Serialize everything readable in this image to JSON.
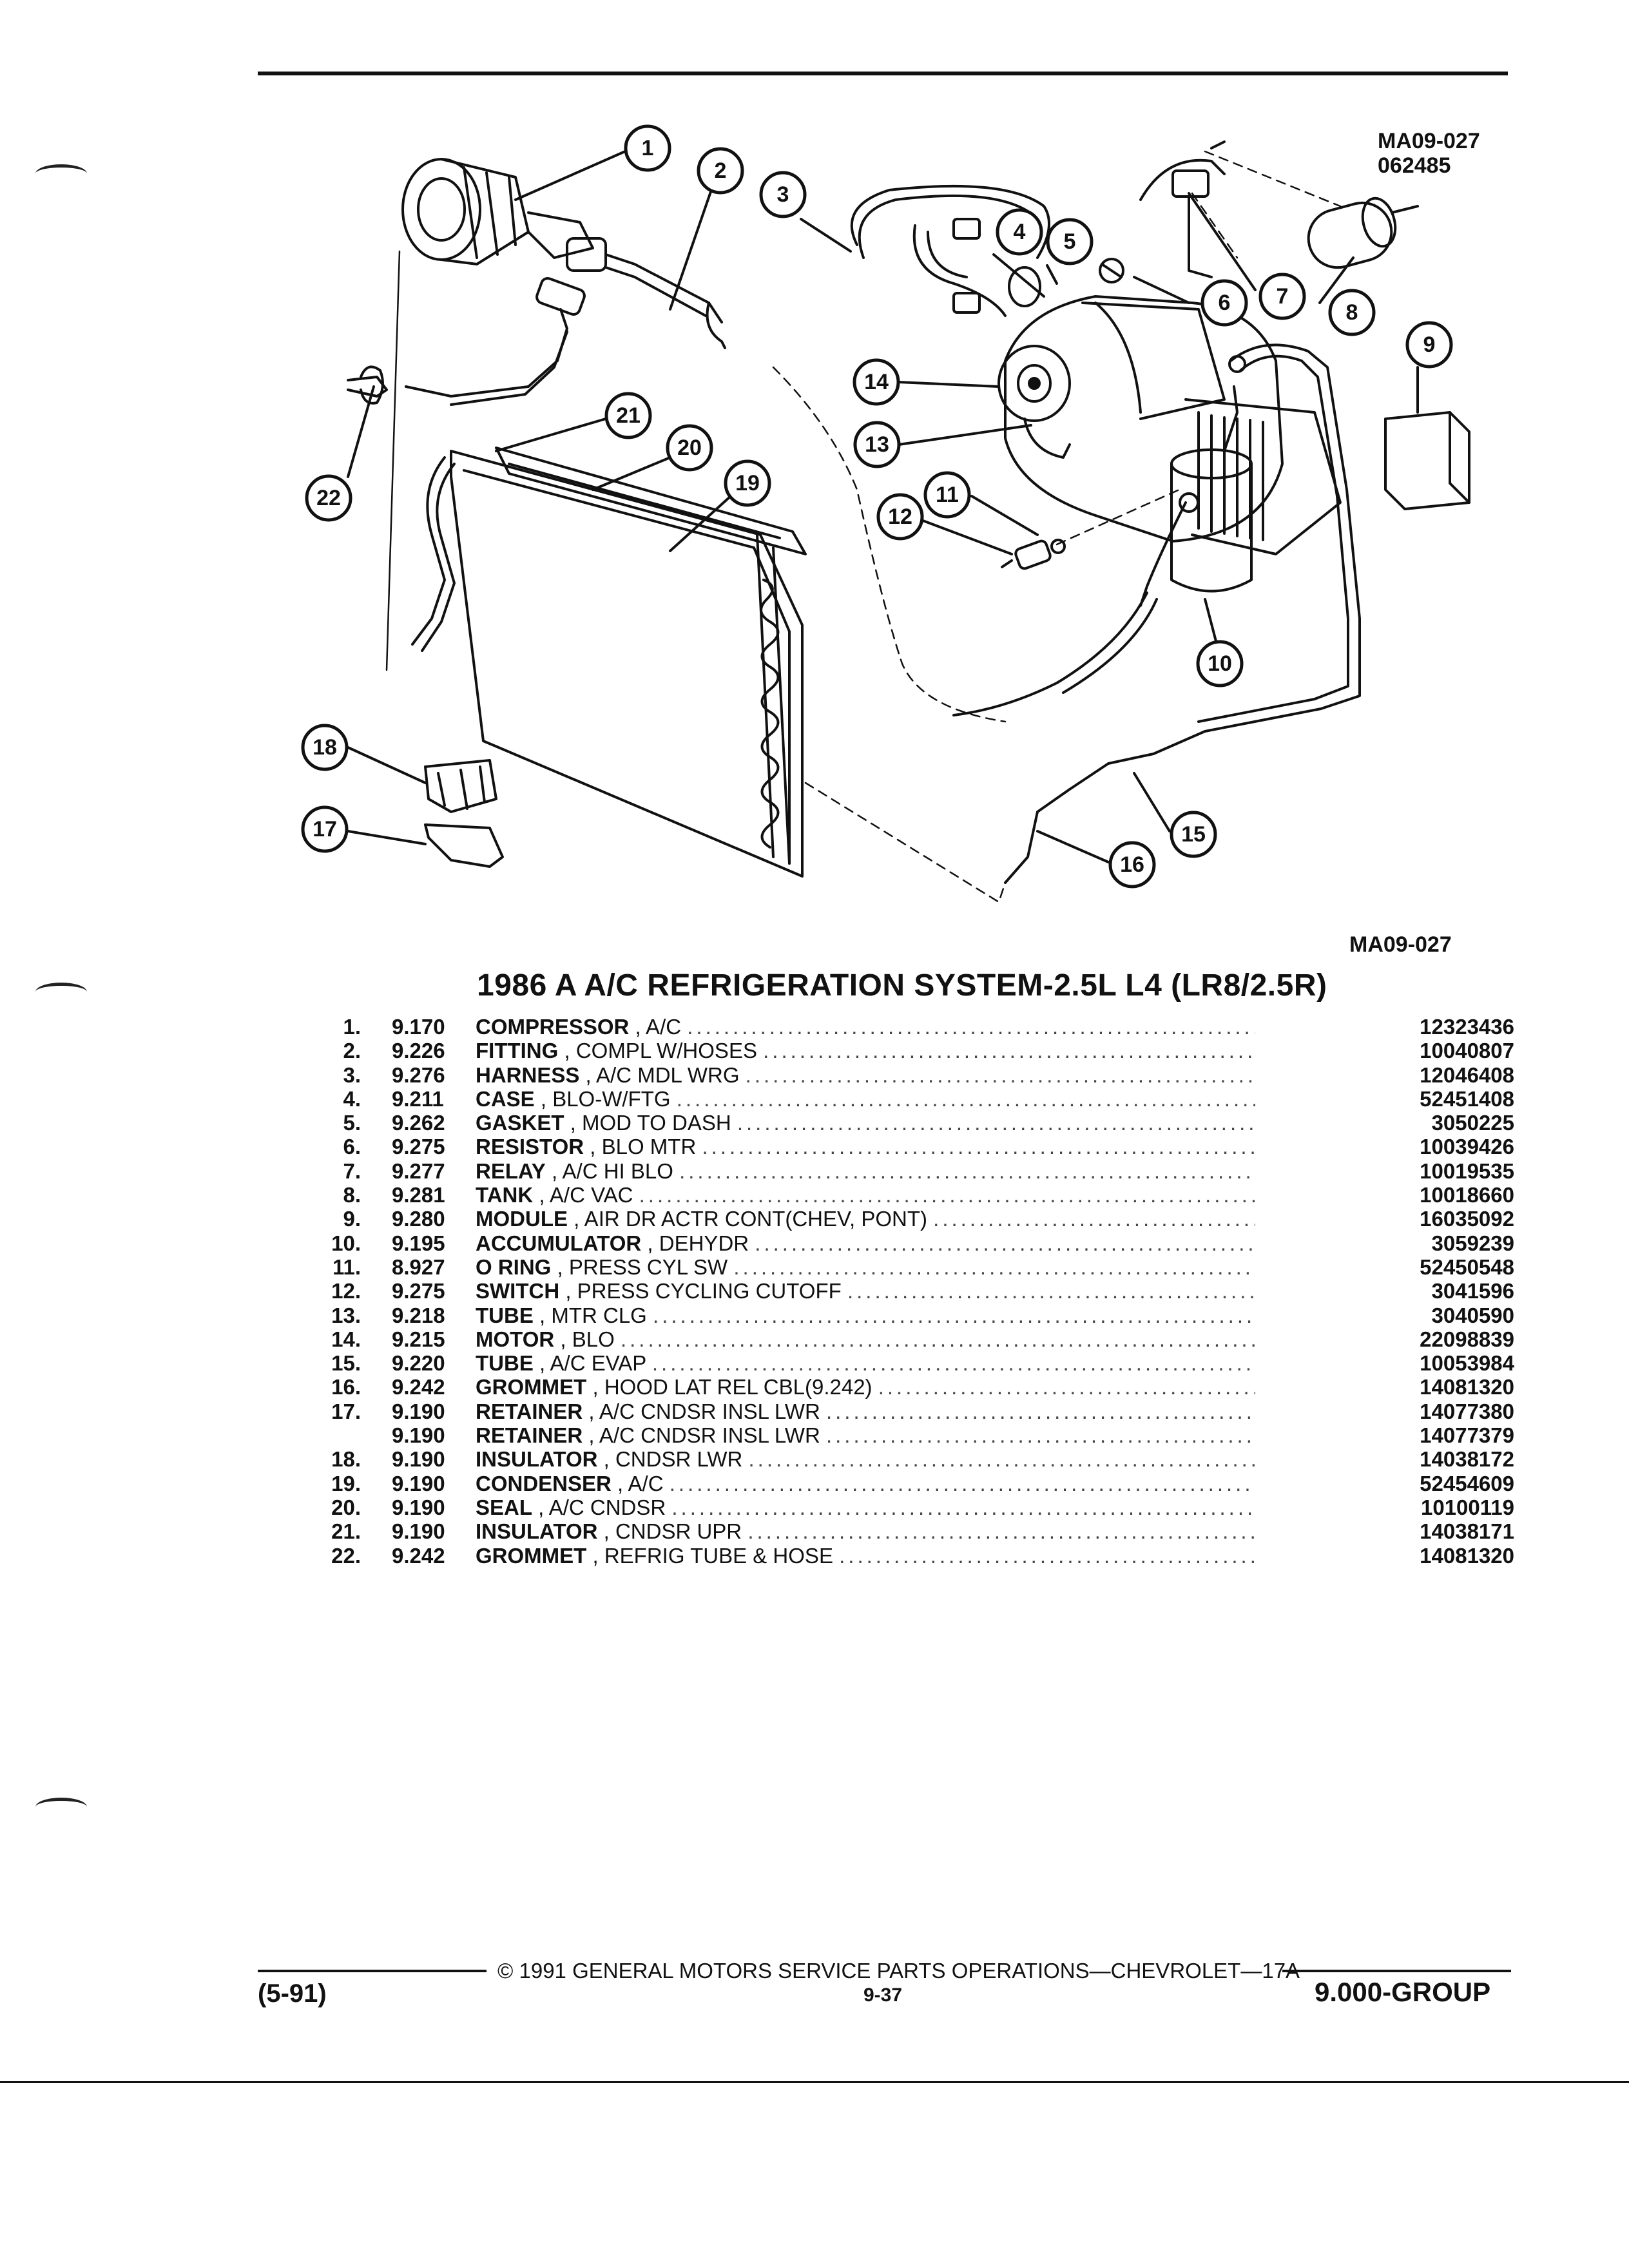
{
  "header": {
    "figure_code_top": "MA09-027",
    "figure_date_code": "062485",
    "figure_code_bottom": "MA09-027"
  },
  "callouts": [
    "1",
    "2",
    "3",
    "4",
    "5",
    "6",
    "7",
    "8",
    "9",
    "10",
    "11",
    "12",
    "13",
    "14",
    "15",
    "16",
    "17",
    "18",
    "19",
    "20",
    "21",
    "22"
  ],
  "title": "1986 A A/C REFRIGERATION SYSTEM-2.5L L4 (LR8/2.5R)",
  "parts": [
    {
      "num": "1.",
      "group": "9.170",
      "name": "COMPRESSOR",
      "desc": ", A/C",
      "part": "12323436"
    },
    {
      "num": "2.",
      "group": "9.226",
      "name": "FITTING",
      "desc": ", COMPL W/HOSES",
      "part": "10040807"
    },
    {
      "num": "3.",
      "group": "9.276",
      "name": "HARNESS",
      "desc": ", A/C MDL WRG",
      "part": "12046408"
    },
    {
      "num": "4.",
      "group": "9.211",
      "name": "CASE",
      "desc": ", BLO-W/FTG",
      "part": "52451408"
    },
    {
      "num": "5.",
      "group": "9.262",
      "name": "GASKET",
      "desc": ", MOD TO DASH",
      "part": "3050225"
    },
    {
      "num": "6.",
      "group": "9.275",
      "name": "RESISTOR",
      "desc": ", BLO MTR",
      "part": "10039426"
    },
    {
      "num": "7.",
      "group": "9.277",
      "name": "RELAY",
      "desc": ", A/C HI BLO",
      "part": "10019535"
    },
    {
      "num": "8.",
      "group": "9.281",
      "name": "TANK",
      "desc": ", A/C VAC",
      "part": "10018660"
    },
    {
      "num": "9.",
      "group": "9.280",
      "name": "MODULE",
      "desc": ", AIR DR ACTR CONT(CHEV, PONT)",
      "part": "16035092"
    },
    {
      "num": "10.",
      "group": "9.195",
      "name": "ACCUMULATOR",
      "desc": ", DEHYDR",
      "part": "3059239"
    },
    {
      "num": "11.",
      "group": "8.927",
      "name": "O RING",
      "desc": ", PRESS CYL SW",
      "part": "52450548"
    },
    {
      "num": "12.",
      "group": "9.275",
      "name": "SWITCH",
      "desc": ", PRESS CYCLING CUTOFF",
      "part": "3041596"
    },
    {
      "num": "13.",
      "group": "9.218",
      "name": "TUBE",
      "desc": ", MTR CLG",
      "part": "3040590"
    },
    {
      "num": "14.",
      "group": "9.215",
      "name": "MOTOR",
      "desc": ", BLO",
      "part": "22098839"
    },
    {
      "num": "15.",
      "group": "9.220",
      "name": "TUBE",
      "desc": ", A/C EVAP",
      "part": "10053984"
    },
    {
      "num": "16.",
      "group": "9.242",
      "name": "GROMMET",
      "desc": ", HOOD LAT REL CBL(9.242)",
      "part": "14081320"
    },
    {
      "num": "17.",
      "group": "9.190",
      "name": "RETAINER",
      "desc": ", A/C CNDSR INSL LWR",
      "part": "14077380"
    },
    {
      "num": "",
      "group": "9.190",
      "name": "RETAINER",
      "desc": ", A/C CNDSR INSL LWR",
      "part": "14077379"
    },
    {
      "num": "18.",
      "group": "9.190",
      "name": "INSULATOR",
      "desc": ", CNDSR LWR",
      "part": "14038172"
    },
    {
      "num": "19.",
      "group": "9.190",
      "name": "CONDENSER",
      "desc": ", A/C",
      "part": "52454609"
    },
    {
      "num": "20.",
      "group": "9.190",
      "name": "SEAL",
      "desc": ", A/C CNDSR",
      "part": "10100119"
    },
    {
      "num": "21.",
      "group": "9.190",
      "name": "INSULATOR",
      "desc": ", CNDSR UPR",
      "part": "14038171"
    },
    {
      "num": "22.",
      "group": "9.242",
      "name": "GROMMET",
      "desc": ", REFRIG TUBE & HOSE",
      "part": "14081320"
    }
  ],
  "footer": {
    "revision": "(5-91)",
    "copyright": "©  1991  GENERAL MOTORS SERVICE PARTS OPERATIONS—CHEVROLET—17A",
    "page": "9-37",
    "group": "9.000-GROUP"
  }
}
